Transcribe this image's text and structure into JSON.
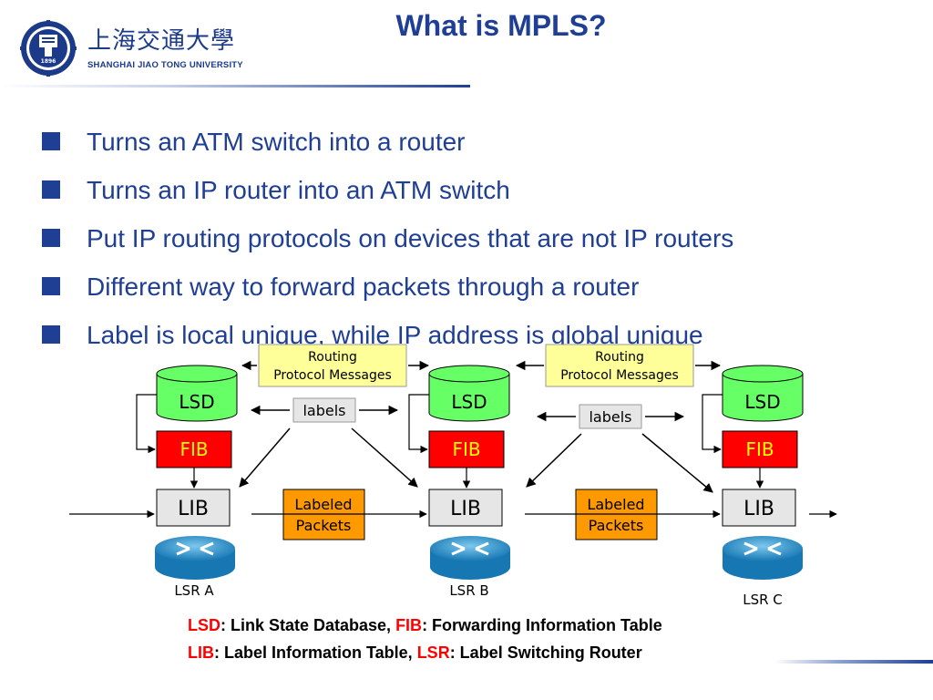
{
  "slide": {
    "title": "What is MPLS?",
    "bullets": [
      "Turns an ATM switch into a router",
      "Turns an IP router into an ATM switch",
      "Put IP routing protocols on devices that are not IP routers",
      "Different way to forward packets through a router",
      "Label is local unique, while IP address is global unique"
    ]
  },
  "logo": {
    "name_cn": "上海交通大學",
    "name_en": "SHANGHAI  JIAO TONG  UNIVERSITY",
    "seal_year": "1896"
  },
  "diagram": {
    "routing_messages": "Routing\nProtocol Messages",
    "labels": "labels",
    "labeled_packets": "Labeled\nPackets",
    "lsd": "LSD",
    "fib": "FIB",
    "lib": "LIB",
    "routers": [
      "LSR A",
      "LSR B",
      "LSR C"
    ]
  },
  "legend": {
    "line1": [
      {
        "abbr": "LSD",
        "text": ": Link State Database, "
      },
      {
        "abbr": "FIB",
        "text": ": Forwarding Information Table"
      }
    ],
    "line2": [
      {
        "abbr": "LIB",
        "text": ": Label Information Table, "
      },
      {
        "abbr": "LSR",
        "text": ": Label Switching Router"
      }
    ]
  },
  "colors": {
    "title_blue": "#1f3f94",
    "lsd_green": "#66ff66",
    "fib_red": "#ff0000",
    "lib_gray": "#e6e6e6",
    "packets_orange": "#ff9900",
    "routing_yellow": "#ffff99",
    "router_blue": "#1e90c8"
  }
}
